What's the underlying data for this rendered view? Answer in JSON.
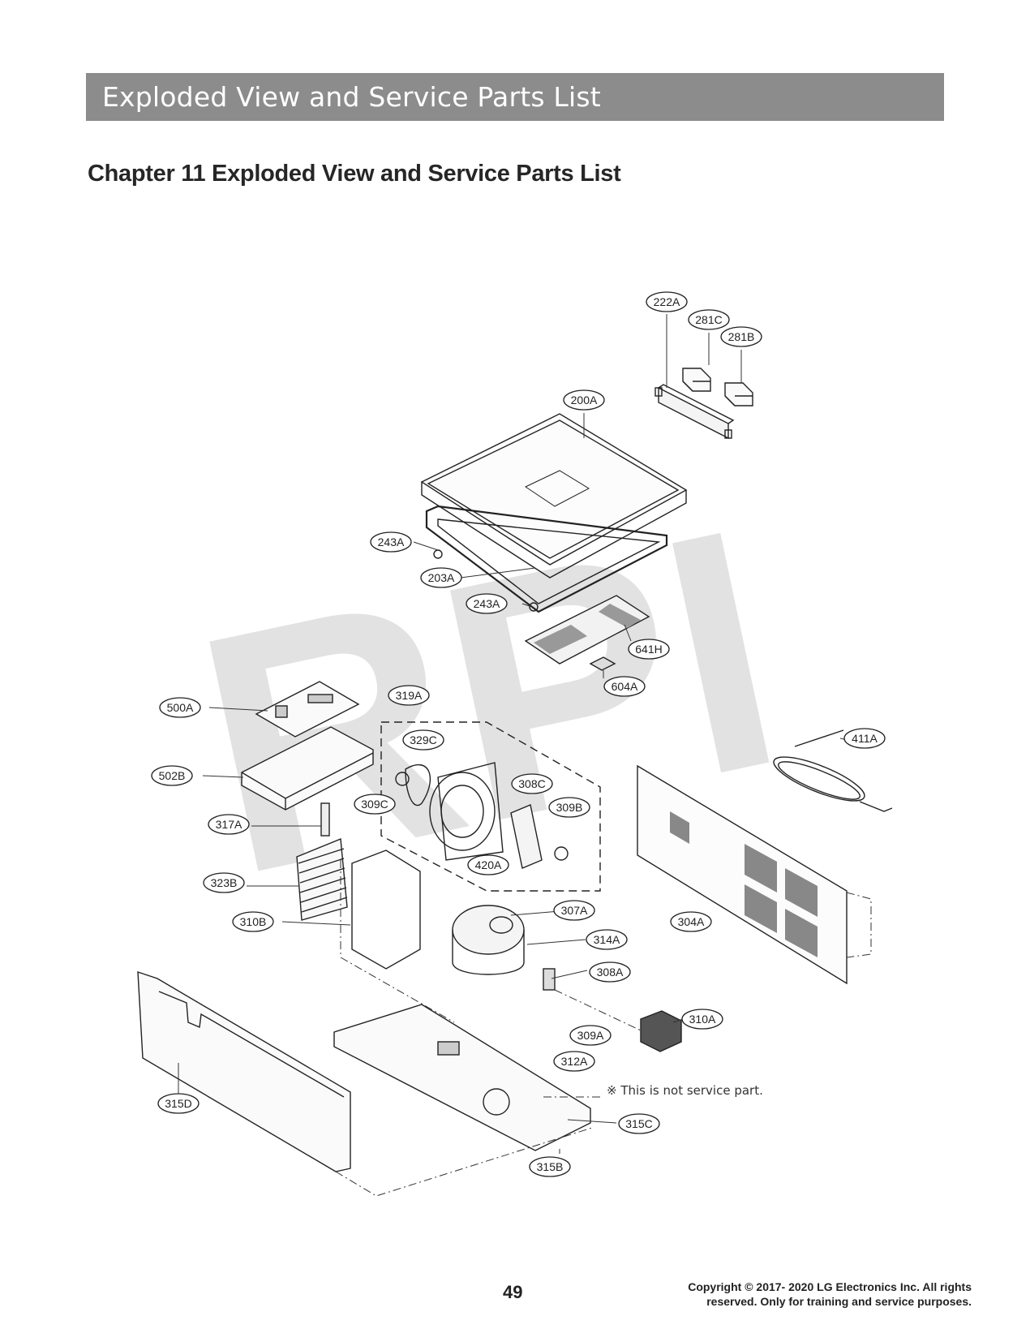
{
  "header": {
    "banner_title": "Exploded View and Service Parts List"
  },
  "chapter_title": "Chapter 11 Exploded View and Service Parts List",
  "watermark": "RPI",
  "callouts": [
    {
      "id": "c222a",
      "label": "222A"
    },
    {
      "id": "c281c",
      "label": "281C"
    },
    {
      "id": "c281b",
      "label": "281B"
    },
    {
      "id": "c200a",
      "label": "200A"
    },
    {
      "id": "c243a1",
      "label": "243A"
    },
    {
      "id": "c203a",
      "label": "203A"
    },
    {
      "id": "c243a2",
      "label": "243A"
    },
    {
      "id": "c641h",
      "label": "641H"
    },
    {
      "id": "c604a",
      "label": "604A"
    },
    {
      "id": "c500a",
      "label": "500A"
    },
    {
      "id": "c319a",
      "label": "319A"
    },
    {
      "id": "c329c",
      "label": "329C"
    },
    {
      "id": "c502b",
      "label": "502B"
    },
    {
      "id": "c308c",
      "label": "308C"
    },
    {
      "id": "c309c",
      "label": "309C"
    },
    {
      "id": "c309b",
      "label": "309B"
    },
    {
      "id": "c411a",
      "label": "411A"
    },
    {
      "id": "c317a",
      "label": "317A"
    },
    {
      "id": "c420a",
      "label": "420A"
    },
    {
      "id": "c323b",
      "label": "323B"
    },
    {
      "id": "c307a",
      "label": "307A"
    },
    {
      "id": "c310b",
      "label": "310B"
    },
    {
      "id": "c304a",
      "label": "304A"
    },
    {
      "id": "c314a",
      "label": "314A"
    },
    {
      "id": "c308a",
      "label": "308A"
    },
    {
      "id": "c310a",
      "label": "310A"
    },
    {
      "id": "c309a",
      "label": "309A"
    },
    {
      "id": "c312a",
      "label": "312A"
    },
    {
      "id": "c315d",
      "label": "315D"
    },
    {
      "id": "c315c",
      "label": "315C"
    },
    {
      "id": "c315b",
      "label": "315B"
    }
  ],
  "note": "※ This is not service part.",
  "footer": {
    "page_number": "49",
    "copyright_line1": "Copyright © 2017- 2020 LG Electronics Inc. All rights",
    "copyright_line2": "reserved. Only for training and service purposes."
  }
}
